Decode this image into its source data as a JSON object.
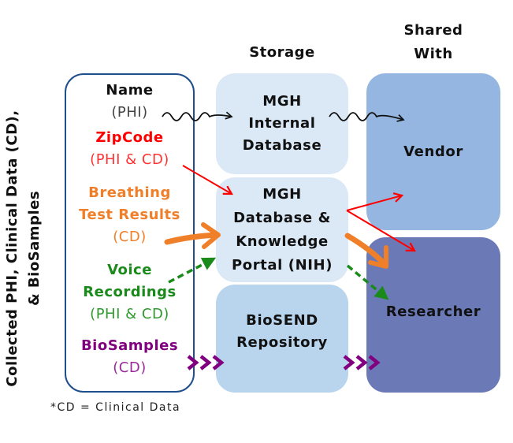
{
  "headings": {
    "storage": "Storage",
    "shared_line1": "Shared",
    "shared_line2": "With"
  },
  "vertical_label": {
    "line1": "Collected PHI, Clinical Data (CD),",
    "line2": "& BioSamples"
  },
  "collected_items": [
    {
      "title": "Name",
      "subtitle": "(PHI)",
      "color": "#111111",
      "subcolor": "#444444"
    },
    {
      "title": "ZipCode",
      "subtitle": "(PHI & CD)",
      "color": "#ff0000",
      "subcolor": "#ff3333"
    },
    {
      "title_line1": "Breathing",
      "title_line2": "Test Results",
      "subtitle": "(CD)",
      "color": "#f07f2a",
      "subcolor": "#f07f2a"
    },
    {
      "title_line1": "Voice",
      "title_line2": "Recordings",
      "subtitle": "(PHI & CD)",
      "color": "#1a8a1a",
      "subcolor": "#2e9a2e"
    },
    {
      "title": "BioSamples",
      "subtitle": "(CD)",
      "color": "#800080",
      "subcolor": "#9a2a9a"
    }
  ],
  "storage_boxes": [
    {
      "lines": [
        "MGH",
        "Internal",
        "Database"
      ],
      "color": "#dbe9f7"
    },
    {
      "lines": [
        "MGH",
        "Database &",
        "Knowledge",
        "Portal (NIH)"
      ],
      "color": "#dbe9f7"
    },
    {
      "lines": [
        "BioSEND",
        "Repository"
      ],
      "color": "#b9d5ee"
    }
  ],
  "shared_boxes": [
    {
      "label": "Vendor",
      "color": "#94b6e0"
    },
    {
      "label": "Researcher",
      "color": "#6b79b6"
    }
  ],
  "arrows": [
    {
      "from": "Name",
      "to": "MGH Internal Database",
      "style": "wavy",
      "color": "#111111"
    },
    {
      "from": "MGH Internal Database",
      "to": "Vendor",
      "style": "wavy",
      "color": "#111111"
    },
    {
      "from": "ZipCode",
      "to": "MGH Database & Knowledge Portal (NIH)",
      "style": "solid",
      "color": "#ff0000"
    },
    {
      "from": "MGH Database & Knowledge Portal (NIH)",
      "to": "Vendor",
      "style": "solid",
      "color": "#ff0000"
    },
    {
      "from": "MGH Database & Knowledge Portal (NIH)",
      "to": "Researcher",
      "style": "solid",
      "color": "#ff0000"
    },
    {
      "from": "Breathing Test Results",
      "to": "MGH Database & Knowledge Portal (NIH)",
      "style": "brush",
      "color": "#f07f2a"
    },
    {
      "from": "MGH Database & Knowledge Portal (NIH)",
      "to": "Researcher",
      "style": "brush",
      "color": "#f07f2a"
    },
    {
      "from": "Voice Recordings",
      "to": "MGH Database & Knowledge Portal (NIH)",
      "style": "dashed",
      "color": "#1a8a1a"
    },
    {
      "from": "MGH Database & Knowledge Portal (NIH)",
      "to": "Researcher",
      "style": "dashed",
      "color": "#1a8a1a"
    },
    {
      "from": "BioSamples",
      "to": "BioSEND Repository",
      "style": "chevrons",
      "color": "#800080"
    },
    {
      "from": "BioSEND Repository",
      "to": "Researcher",
      "style": "chevrons",
      "color": "#800080"
    }
  ],
  "footnote": "*CD = Clinical Data"
}
